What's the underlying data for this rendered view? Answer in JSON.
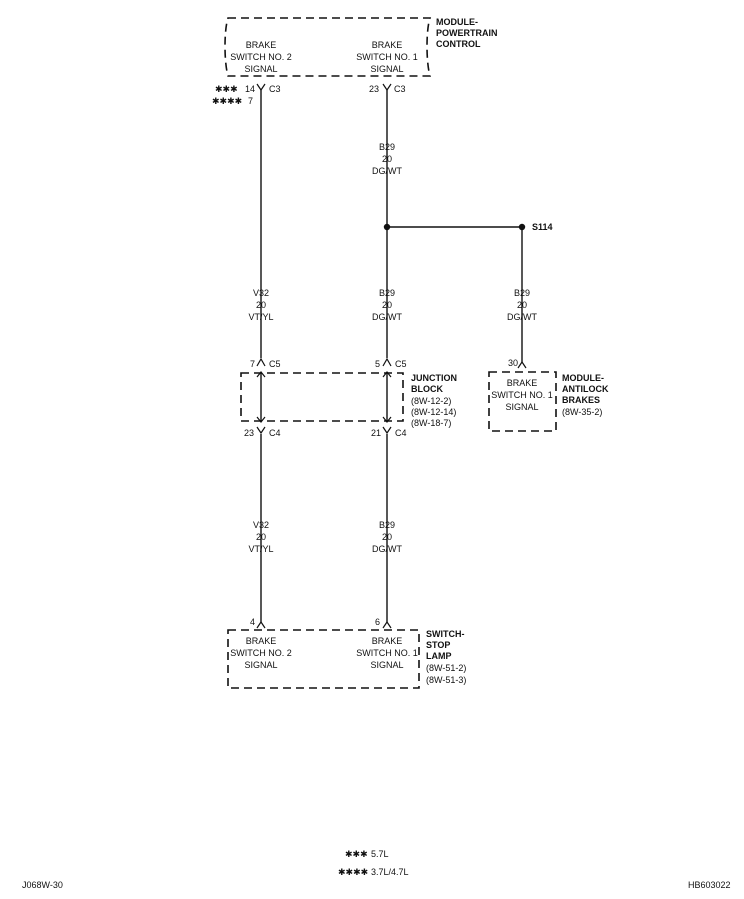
{
  "modules": {
    "pcm": {
      "title": [
        "MODULE-",
        "POWERTRAIN",
        "CONTROL"
      ],
      "pin_left": [
        "BRAKE",
        "SWITCH NO. 2",
        "SIGNAL"
      ],
      "pin_right": [
        "BRAKE",
        "SWITCH NO. 1",
        "SIGNAL"
      ]
    },
    "junction_block": {
      "title": [
        "JUNCTION",
        "BLOCK"
      ],
      "refs": [
        "(8W-12-2)",
        "(8W-12-14)",
        "(8W-18-7)"
      ]
    },
    "abs": {
      "title": [
        "MODULE-",
        "ANTILOCK",
        "BRAKES"
      ],
      "refs": [
        "(8W-35-2)"
      ],
      "pin": [
        "BRAKE",
        "SWITCH NO. 1",
        "SIGNAL"
      ]
    },
    "stop_lamp": {
      "title": [
        "SWITCH-",
        "STOP",
        "LAMP"
      ],
      "refs": [
        "(8W-51-2)",
        "(8W-51-3)"
      ],
      "pin_left": [
        "BRAKE",
        "SWITCH NO. 2",
        "SIGNAL"
      ],
      "pin_right": [
        "BRAKE",
        "SWITCH NO. 1",
        "SIGNAL"
      ]
    }
  },
  "connectors": {
    "pcm_left": {
      "pin": "14",
      "name": "C3",
      "alt_pin": "7",
      "mark": "✱✱✱",
      "alt_mark": "✱✱✱✱"
    },
    "pcm_right": {
      "pin": "23",
      "name": "C3"
    },
    "jb_left_top": {
      "pin": "7",
      "name": "C5"
    },
    "jb_right_top": {
      "pin": "5",
      "name": "C5"
    },
    "jb_left_bottom": {
      "pin": "23",
      "name": "C4"
    },
    "jb_right_bottom": {
      "pin": "21",
      "name": "C4"
    },
    "abs": {
      "pin": "30"
    },
    "lamp_left": {
      "pin": "4"
    },
    "lamp_right": {
      "pin": "6"
    }
  },
  "wires": {
    "b29_top": [
      "B29",
      "20",
      "DG/WT"
    ],
    "b29_mid": [
      "B29",
      "20",
      "DG/WT"
    ],
    "b29_abs": [
      "B29",
      "20",
      "DG/WT"
    ],
    "b29_low": [
      "B29",
      "20",
      "DG/WT"
    ],
    "v32_mid": [
      "V32",
      "20",
      "VT/YL"
    ],
    "v32_low": [
      "V32",
      "20",
      "VT/YL"
    ]
  },
  "splice": {
    "label": "S114"
  },
  "legend": [
    {
      "mark": "✱✱✱",
      "text": "5.7L"
    },
    {
      "mark": "✱✱✱✱",
      "text": "3.7L/4.7L"
    }
  ],
  "footer": {
    "left": "J068W-30",
    "right": "HB603022"
  }
}
